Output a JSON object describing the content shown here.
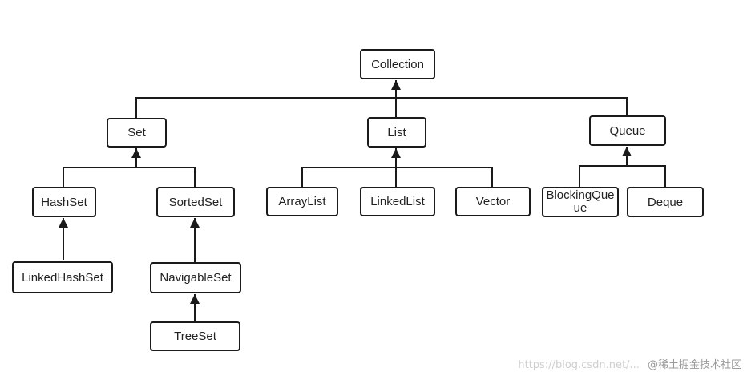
{
  "nodes": {
    "collection": "Collection",
    "set": "Set",
    "list": "List",
    "queue": "Queue",
    "hashset": "HashSet",
    "sortedset": "SortedSet",
    "arraylist": "ArrayList",
    "linkedlist": "LinkedList",
    "vector": "Vector",
    "blockingqueue": "BlockingQueue",
    "deque": "Deque",
    "linkedhashset": "LinkedHashSet",
    "navigableset": "NavigableSet",
    "treeset": "TreeSet"
  },
  "watermark": {
    "url": "https://blog.csdn.net/...",
    "brand": "@稀土掘金技术社区"
  },
  "colors": {
    "line": "#1a1a1a",
    "border": "#1a1a1a"
  }
}
